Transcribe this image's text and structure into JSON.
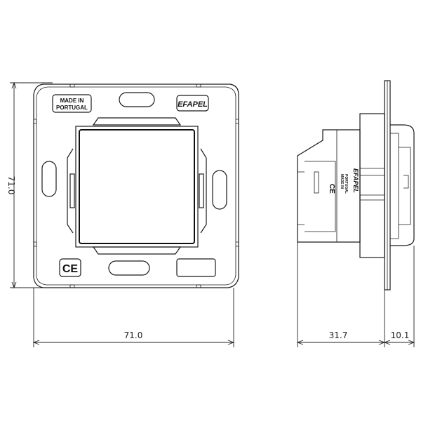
{
  "dimensions": {
    "height": "71.0",
    "width": "71.0",
    "depth_rear": "31.7",
    "depth_front": "10.1"
  },
  "markings": {
    "origin_line1": "MADE IN",
    "origin_line2": "PORTUGAL",
    "brand": "EFAPEL",
    "ce": "CE"
  }
}
